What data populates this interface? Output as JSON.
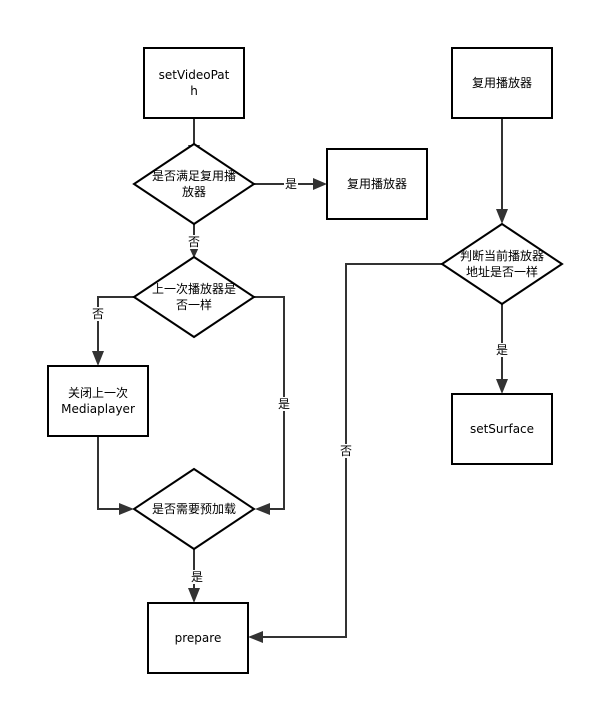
{
  "nodes": {
    "set_video_path": "setVideoPat\nh",
    "can_reuse_player": "是否满足复用播\n放器",
    "reuse_player_left": "复用播放器",
    "same_as_last_player": "上一次播放器是\n否一样",
    "close_last_player": "关闭上一次\nMediaplayer",
    "need_preload": "是否需要预加载",
    "prepare": "prepare",
    "reuse_player_right": "复用播放器",
    "same_player_address": "判断当前播放器\n地址是否一样",
    "set_surface": "setSurface"
  },
  "edges": {
    "yes_to_reuse": "是",
    "no_to_same": "否",
    "no_to_close": "否",
    "yes_to_preload": "是",
    "yes_to_prepare": "是",
    "yes_to_surface": "是",
    "no_to_prepare": "否"
  },
  "colors": {
    "stroke": "#000000",
    "connector": "#333333",
    "background": "#ffffff"
  }
}
